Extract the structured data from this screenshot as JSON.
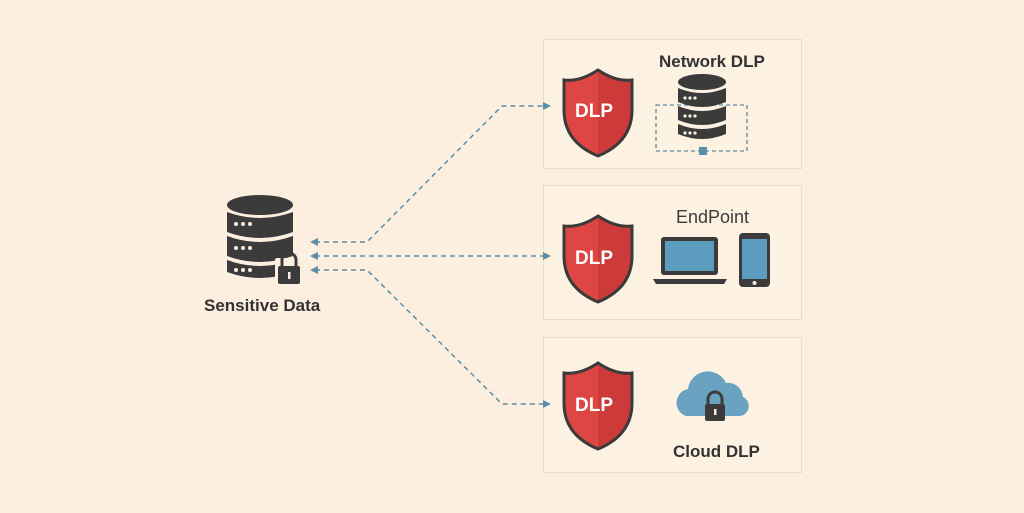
{
  "source": {
    "label": "Sensitive Data",
    "icon": "database-lock-icon"
  },
  "targets": [
    {
      "title": "Network DLP",
      "badge": "DLP",
      "icons": [
        "shield-icon",
        "database-icon",
        "network-icon"
      ]
    },
    {
      "title": "EndPoint",
      "badge": "DLP",
      "icons": [
        "shield-icon",
        "laptop-icon",
        "smartphone-icon"
      ]
    },
    {
      "title": "Cloud DLP",
      "badge": "DLP",
      "icons": [
        "shield-icon",
        "cloud-lock-icon"
      ]
    }
  ],
  "colors": {
    "background": "#fcefdf",
    "shield": "#d9403f",
    "shield_border": "#3a3a3a",
    "connector": "#5b8ea8",
    "device_screen": "#5b9cbf",
    "cloud": "#6aa3c2",
    "dark": "#3b3b3b"
  }
}
